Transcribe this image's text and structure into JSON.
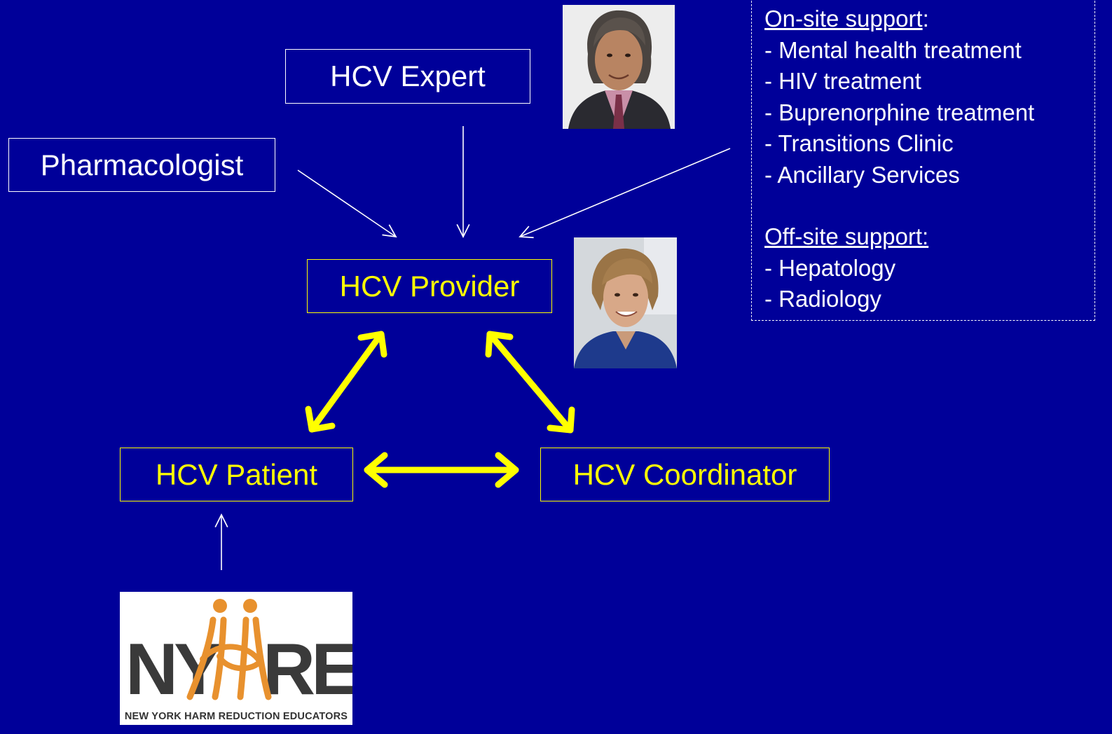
{
  "nodes": {
    "pharmacologist": "Pharmacologist",
    "expert": "HCV Expert",
    "provider": "HCV Provider",
    "patient": "HCV Patient",
    "coordinator": "HCV Coordinator"
  },
  "support": {
    "onsite_heading": "On-site support",
    "onsite_colon": ":",
    "onsite_items": [
      "- Mental health treatment",
      "- HIV treatment",
      "- Buprenorphine treatment",
      "- Transitions Clinic",
      "- Ancillary Services"
    ],
    "offsite_heading": "Off-site support:",
    "offsite_items": [
      "- Hepatology",
      "- Radiology"
    ]
  },
  "logo": {
    "letters": "NYHRE",
    "caption": "NEW YORK HARM REDUCTION EDUCATORS"
  },
  "colors": {
    "background": "#000099",
    "text": "#ffffff",
    "highlight": "#ffff00",
    "logo_accent": "#e8912e",
    "logo_dark": "#3a3a3a"
  }
}
